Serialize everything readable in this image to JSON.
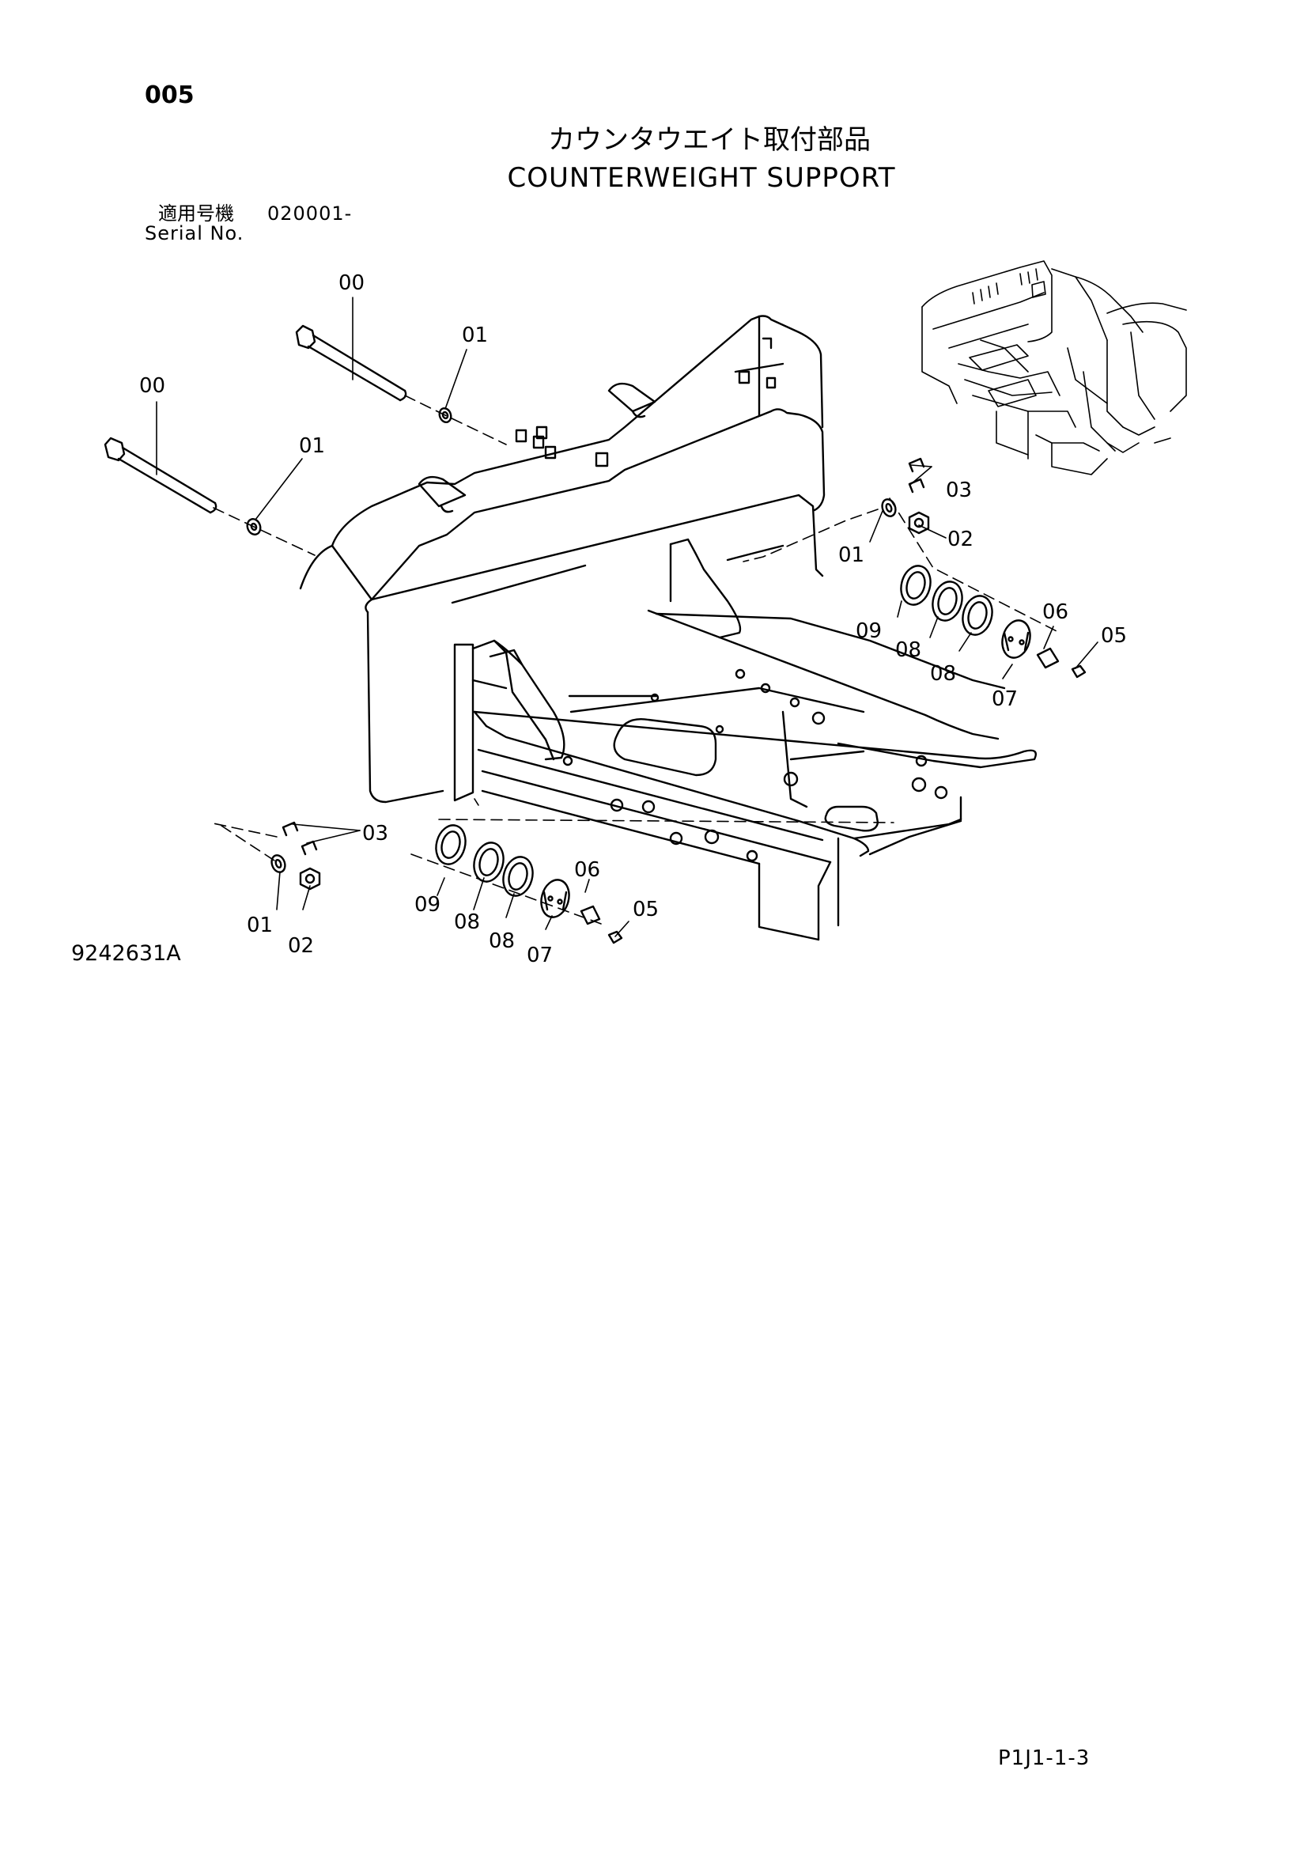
{
  "header": {
    "page_number": "005",
    "title_jp": "カウンタウエイト取付部品",
    "title_en": "COUNTERWEIGHT SUPPORT",
    "serial_label_jp": "適用号機",
    "serial_value": "020001-",
    "serial_label_en": "Serial No."
  },
  "callouts": [
    {
      "id": "c-00a",
      "text": "00"
    },
    {
      "id": "c-01a",
      "text": "01"
    },
    {
      "id": "c-00b",
      "text": "00"
    },
    {
      "id": "c-01b",
      "text": "01"
    },
    {
      "id": "c-03a",
      "text": "03"
    },
    {
      "id": "c-02a",
      "text": "02"
    },
    {
      "id": "c-01c",
      "text": "01"
    },
    {
      "id": "c-06a",
      "text": "06"
    },
    {
      "id": "c-05a",
      "text": "05"
    },
    {
      "id": "c-09a",
      "text": "09"
    },
    {
      "id": "c-08a",
      "text": "08"
    },
    {
      "id": "c-08b",
      "text": "08"
    },
    {
      "id": "c-07a",
      "text": "07"
    },
    {
      "id": "c-03b",
      "text": "03"
    },
    {
      "id": "c-06b",
      "text": "06"
    },
    {
      "id": "c-05b",
      "text": "05"
    },
    {
      "id": "c-09b",
      "text": "09"
    },
    {
      "id": "c-08c",
      "text": "08"
    },
    {
      "id": "c-08d",
      "text": "08"
    },
    {
      "id": "c-07b",
      "text": "07"
    },
    {
      "id": "c-01d",
      "text": "01"
    },
    {
      "id": "c-02b",
      "text": "02"
    }
  ],
  "footer": {
    "drawing_number": "9242631A",
    "page_code": "P1J1-1-3"
  }
}
